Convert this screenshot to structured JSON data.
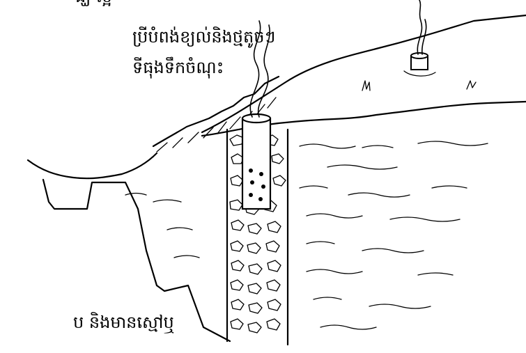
{
  "labels": {
    "top_fragment": "ង្ឃ         ល្អ",
    "line1": "ប្រីបំពង់ខ្យល់និងថ្មតូចៗ",
    "line2": "ទីធុងទឹកចំណុះ",
    "bottom_fragment": "ប និងមានស្មៅឬ"
  },
  "colors": {
    "ink": "#000000",
    "background": "#ffffff"
  }
}
